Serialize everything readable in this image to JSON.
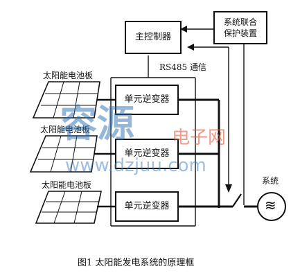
{
  "diagram": {
    "system_protection_device": "系统联合\n保护装置",
    "main_controller": "主控制器",
    "comm_label": "RS485 通信",
    "solar_panel_label": "太阳能电池板",
    "inverter_label": "单元逆变器",
    "grid_label": "系统",
    "grid_symbol": "≋",
    "caption": "图1   太阳能发电系统的原理框"
  },
  "watermark": {
    "brand_cn": "容源",
    "brand_sub": "电子网",
    "url": "www.dzjuu.com",
    "color_main": "#2a6fb5",
    "color_sub": "#e0563c",
    "color_url": "#3d7fc0"
  },
  "colors": {
    "line": "#111111",
    "background": "#ffffff"
  }
}
